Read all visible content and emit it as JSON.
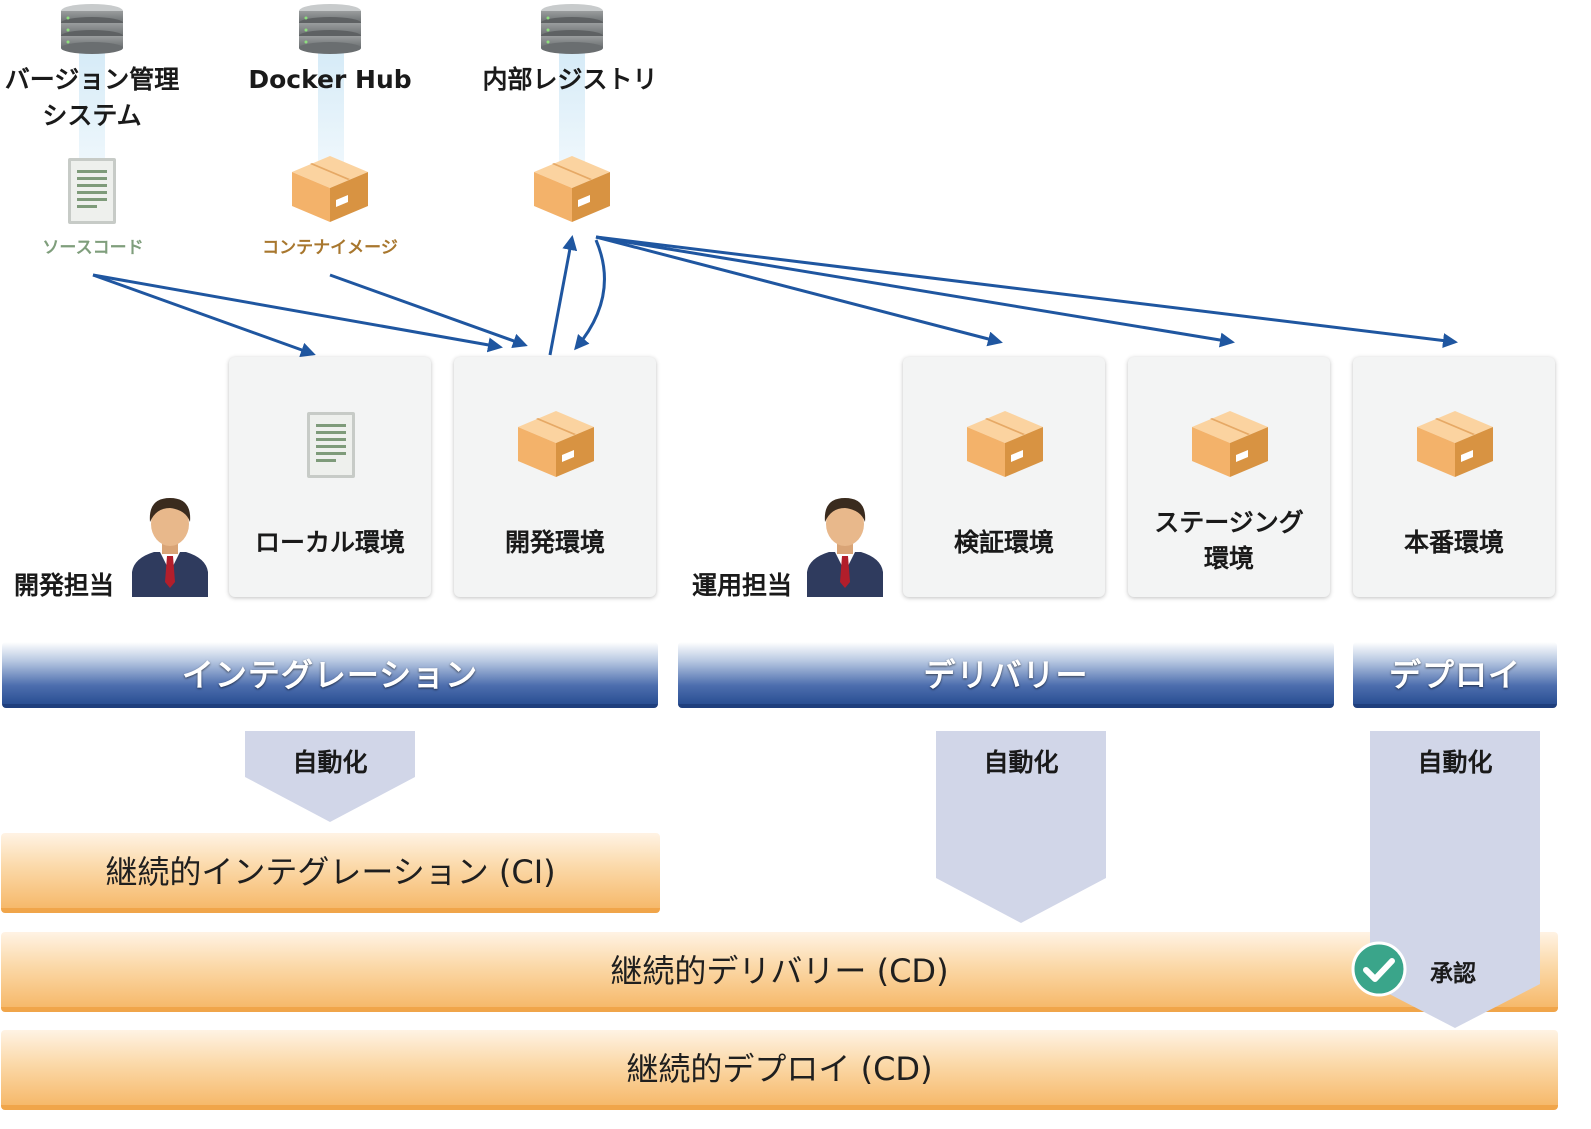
{
  "sources": [
    {
      "label": "バージョン管理\nシステム",
      "item_label": "ソースコード",
      "item_color": "#7f9e7c"
    },
    {
      "label": "Docker Hub",
      "item_label": "コンテナイメージ",
      "item_color": "#a8772e"
    },
    {
      "label": "内部レジストリ",
      "item_label": ""
    }
  ],
  "people": {
    "developer": "開発担当",
    "operator": "運用担当"
  },
  "environments": {
    "local": "ローカル環境",
    "dev": "開発環境",
    "verify": "検証環境",
    "staging": "ステージング\n環境",
    "production": "本番環境"
  },
  "phases": {
    "integration": "インテグレーション",
    "delivery": "デリバリー",
    "deploy": "デプロイ"
  },
  "automation_label": "自動化",
  "approval_label": "承認",
  "continuous": {
    "ci": "継続的インテグレーション (CI)",
    "cd_delivery": "継続的デリバリー (CD)",
    "cd_deploy": "継続的デプロイ (CD)"
  },
  "colors": {
    "arrow": "#1f56a0",
    "phase_bar": "#2a4f93",
    "automation_arrow": "#d1d6e8",
    "continuous_bar": "#f6b96b",
    "check": "#3aa58a"
  }
}
